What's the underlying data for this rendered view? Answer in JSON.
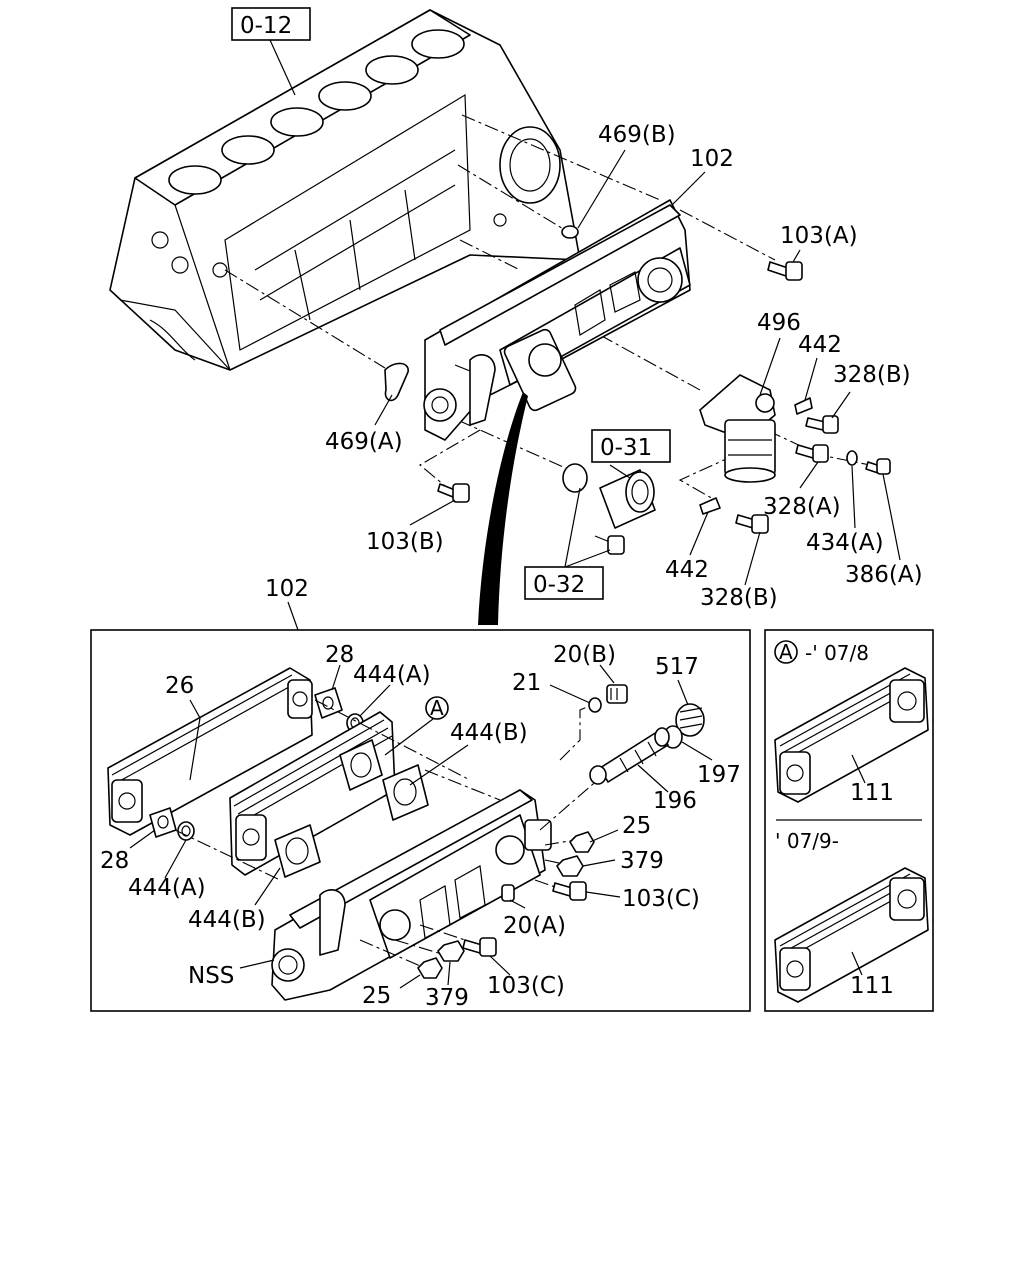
{
  "refs": {
    "r012": "0-12",
    "r031": "0-31",
    "r032": "0-32"
  },
  "labels": {
    "l469b": "469(B)",
    "l102top": "102",
    "l103a": "103(A)",
    "l496": "496",
    "l442a": "442",
    "l328b1": "328(B)",
    "l469a": "469(A)",
    "l328a": "328(A)",
    "l434a": "434(A)",
    "l386a": "386(A)",
    "l103b": "103(B)",
    "l442b": "442",
    "l328b2": "328(B)",
    "l102box": "102",
    "l28top": "28",
    "l444a1": "444(A)",
    "l20b": "20(B)",
    "l517": "517",
    "l26": "26",
    "l21": "21",
    "l444b1": "444(B)",
    "l197": "197",
    "l196": "196",
    "l25r": "25",
    "l28bot": "28",
    "l379r": "379",
    "l444a2": "444(A)",
    "l103c1": "103(C)",
    "l444b2": "444(B)",
    "l20a": "20(A)",
    "lnss": "NSS",
    "l25b": "25",
    "l379b": "379",
    "l103c2": "103(C)"
  },
  "inset": {
    "circle_letter": "A",
    "range_top": "-' 07/8",
    "range_bottom": "' 07/9-",
    "part_top": "111",
    "part_bottom": "111"
  },
  "callout_letter": "A"
}
